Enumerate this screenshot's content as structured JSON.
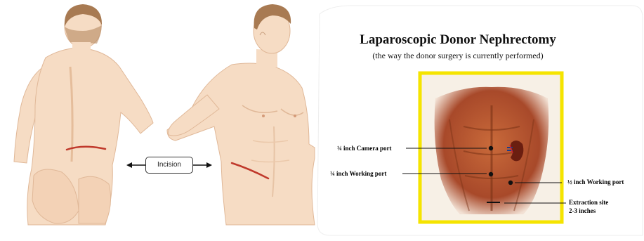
{
  "title": "Laparoscopic Donor Nephrectomy",
  "subtitle": "(the way the donor surgery is currently performed)",
  "incision_label": "Incision",
  "ports": {
    "camera": "¼ inch Camera port",
    "working_left": "¼ inch Working port",
    "working_right": "½ inch Working port",
    "extraction_line1": "Extraction site",
    "extraction_line2": "2-3 inches"
  },
  "colors": {
    "skin": "#f6dcc4",
    "skin_shade": "#e7b994",
    "hair": "#a87a52",
    "incision": "#c0392b",
    "torso_frame": "#f5e400",
    "torso_skin": "#b9562a",
    "torso_muscle": "#8c3a18"
  }
}
